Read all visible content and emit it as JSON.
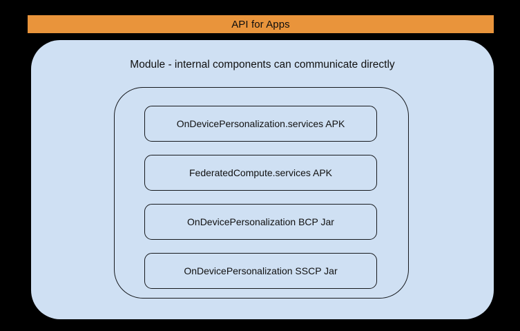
{
  "diagram": {
    "background_color": "#000000",
    "banner": {
      "label": "API for Apps",
      "color": "#e9943b"
    },
    "module_panel": {
      "color": "#cfe0f3",
      "caption": "Module - internal components can communicate directly",
      "stroke_color": "#15181c",
      "components": [
        {
          "label": "OnDevicePersonalization.services APK"
        },
        {
          "label": "FederatedCompute.services APK"
        },
        {
          "label": "OnDevicePersonalization BCP Jar"
        },
        {
          "label": "OnDevicePersonalization SSCP Jar"
        }
      ]
    }
  }
}
